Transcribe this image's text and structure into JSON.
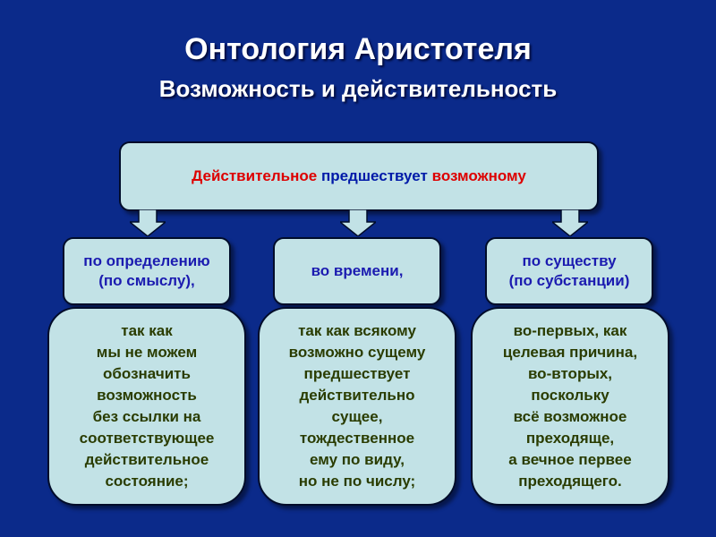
{
  "header": {
    "title": "Онтология Аристотеля",
    "subtitle": "Возможность  и действительность"
  },
  "top_box": {
    "part1": "Действительное",
    "part2": "предшествует",
    "part3": "возможному"
  },
  "categories": [
    {
      "label": "по определению\n(по смыслу),"
    },
    {
      "label": "во времени,"
    },
    {
      "label": "по существу\n(по субстанции)"
    }
  ],
  "explanations": [
    {
      "text": "так как\nмы не можем\nобозначить\nвозможность\nбез ссылки на\nсоответствующее\nдействительное\nсостояние;"
    },
    {
      "text": "так как всякому\nвозможно сущему\nпредшествует\nдействительно\nсущее,\nтождественное\nему по виду,\nно не по числу;"
    },
    {
      "text": "во-первых, как\nцелевая причина,\nво-вторых,\nпоскольку\nвсё возможное\nпреходяще,\nа вечное первее\nпреходящего."
    }
  ],
  "colors": {
    "background": "#0b2a8a",
    "box_fill": "#c2e2e6",
    "accent_red": "#dd0000",
    "accent_blue": "#001aa8",
    "category_text": "#1b1bb0",
    "explanation_text": "#2a3c00"
  }
}
